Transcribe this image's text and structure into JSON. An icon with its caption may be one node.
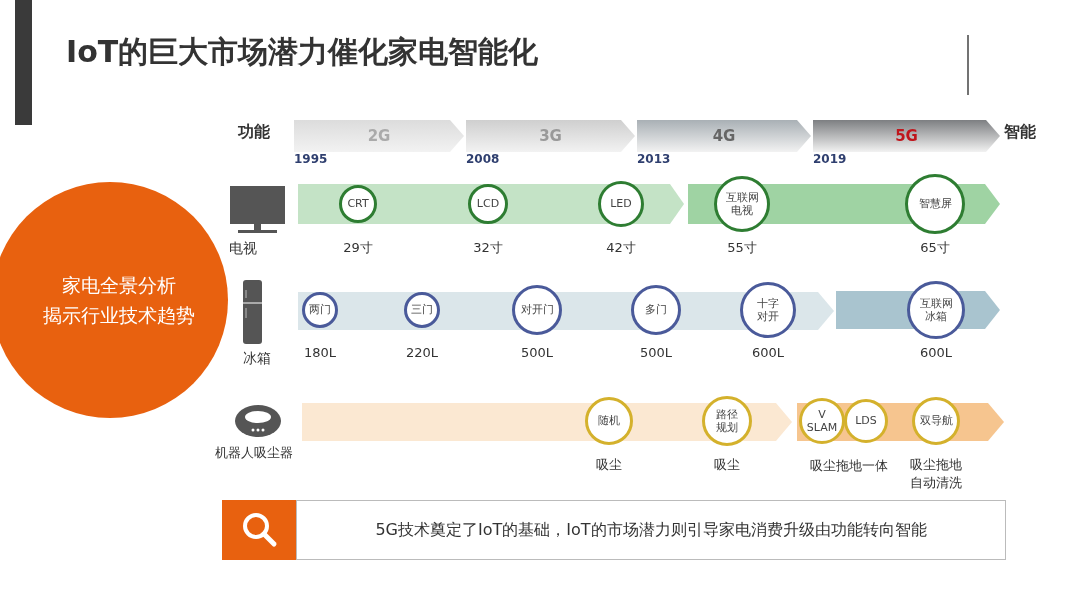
{
  "diagram": {
    "title": "IoT的巨大市场潜力催化家电智能化",
    "nodes": [
      {
        "text": [
          "家电全景分析",
          "揭示行业技术趋势"
        ]
      },
      {
        "text": [
          "2G"
        ],
        "beside": [
          "1995"
        ]
      },
      {
        "text": [
          "3G"
        ],
        "beside": [
          "2008"
        ]
      },
      {
        "text": [
          "4G"
        ],
        "beside": [
          "2013"
        ]
      },
      {
        "text": [
          "5G"
        ],
        "beside": [
          "2019"
        ]
      },
      {
        "text": [
          "CRT"
        ],
        "beside": [
          "29寸"
        ]
      },
      {
        "text": [
          "LCD"
        ],
        "beside": [
          "32寸"
        ]
      },
      {
        "text": [
          "LED"
        ],
        "beside": [
          "42寸"
        ]
      },
      {
        "text": [
          "互联网电视"
        ],
        "beside": [
          "55寸"
        ]
      },
      {
        "text": [
          "智慧屏"
        ],
        "beside": [
          "65寸"
        ]
      },
      {
        "text": [
          "两门"
        ],
        "beside": [
          "180L"
        ]
      },
      {
        "text": [
          "三门"
        ],
        "beside": [
          "220L"
        ]
      },
      {
        "text": [
          "对开门"
        ],
        "beside": [
          "500L"
        ]
      },
      {
        "text": [
          "多门"
        ],
        "beside": [
          "500L"
        ]
      },
      {
        "text": [
          "十字对开"
        ],
        "beside": [
          "600L"
        ]
      },
      {
        "text": [
          "互联网冰箱"
        ],
        "beside": [
          "600L"
        ]
      },
      {
        "text": [
          "随机"
        ],
        "beside": [
          "吸尘"
        ]
      },
      {
        "text": [
          "路径规划"
        ],
        "beside": [
          "吸尘"
        ]
      },
      {
        "text": [
          "V SLAM"
        ]
      },
      {
        "text": [
          "LDS"
        ]
      },
      {
        "text": [
          "双导航"
        ],
        "beside": [
          "吸尘拖地自动清洗"
        ]
      },
      {
        "text": [
          "5G技术奠定了IoT的基础，IoT的市场潜力则引导家电消费升级由功能转向智能"
        ]
      }
    ],
    "edges": [],
    "labels": [
      "功能",
      "智能",
      "电视",
      "冰箱",
      "机器人吸尘器",
      "吸尘拖地一体"
    ]
  }
}
